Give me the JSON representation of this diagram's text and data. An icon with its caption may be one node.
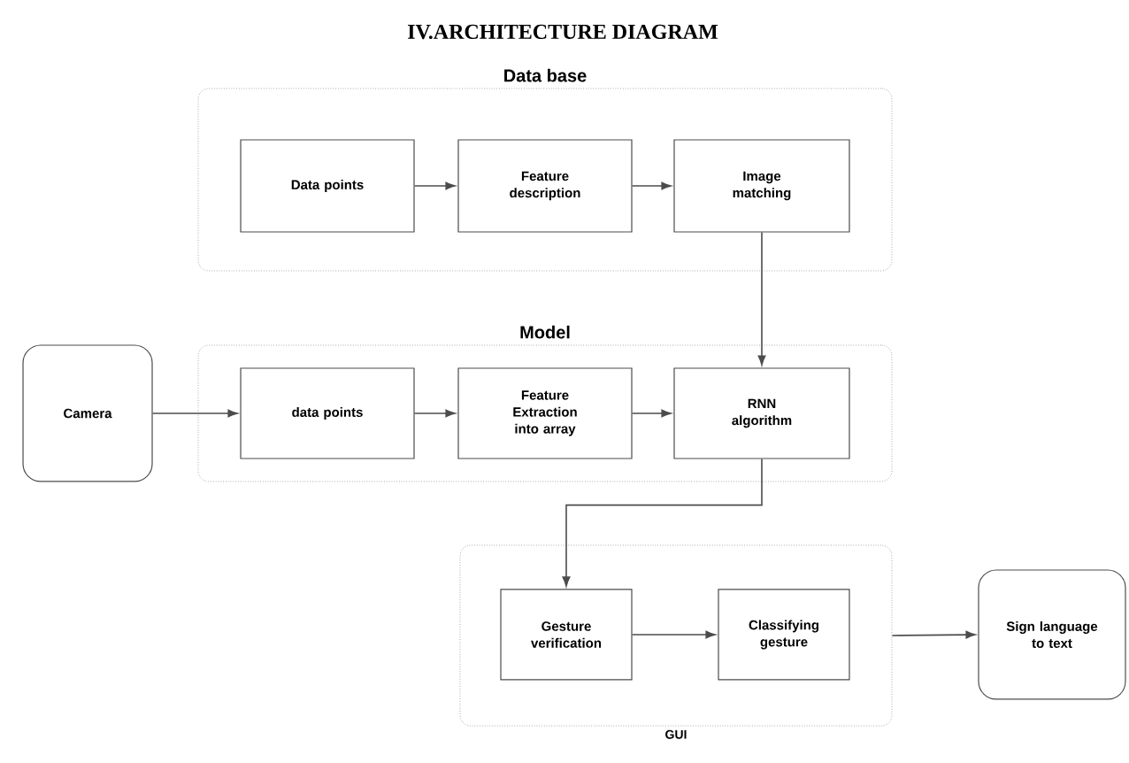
{
  "diagram": {
    "title": "IV.ARCHITECTURE DIAGRAM",
    "nodes": [
      {
        "text": [
          "Data base"
        ]
      },
      {
        "text": [
          "Data points"
        ],
        "in": 0
      },
      {
        "text": [
          "Feature description"
        ],
        "in": 0
      },
      {
        "text": [
          "Image matching"
        ],
        "in": 0
      },
      {
        "text": [
          "Camera"
        ]
      },
      {
        "text": [
          "Model"
        ]
      },
      {
        "text": [
          "data points"
        ],
        "in": 5
      },
      {
        "text": [
          "Feature Extraction into array"
        ],
        "in": 5
      },
      {
        "text": [
          "RNN algorithm"
        ],
        "in": 5
      },
      {
        "text": [
          "GUI"
        ]
      },
      {
        "text": [
          "Gesture verification"
        ],
        "in": 9
      },
      {
        "text": [
          "Classifying gesture"
        ],
        "in": 9
      },
      {
        "text": [
          "Sign language to text"
        ]
      }
    ],
    "edges": [
      {
        "from": 1,
        "to": 2,
        "arrow": "to"
      },
      {
        "from": 2,
        "to": 3,
        "arrow": "to"
      },
      {
        "from": 3,
        "to": 8,
        "arrow": "to"
      },
      {
        "from": 4,
        "to": 6,
        "arrow": "to"
      },
      {
        "from": 6,
        "to": 7,
        "arrow": "to"
      },
      {
        "from": 7,
        "to": 8,
        "arrow": "to"
      },
      {
        "from": 8,
        "to": 10,
        "arrow": "to"
      },
      {
        "from": 10,
        "to": 11,
        "arrow": "to"
      },
      {
        "from": 9,
        "to": 12,
        "arrow": "to"
      }
    ]
  }
}
